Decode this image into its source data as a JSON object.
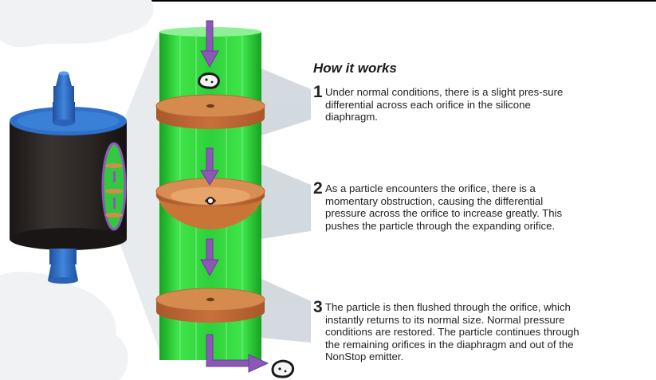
{
  "heading": "How it works",
  "steps": [
    {
      "number": "1",
      "text": "Under normal conditions, there is a slight pres-sure differential across each orifice in the silicone diaphragm."
    },
    {
      "number": "2",
      "text": "As a particle encounters the orifice, there is a momentary obstruction, causing the differential pressure across the orifice to increase greatly. This pushes the particle through the expanding orifice."
    },
    {
      "number": "3",
      "text": "The particle is then flushed through the orifice, which instantly returns to its normal size. Normal pressure conditions are restored. The particle continues through the remaining orifices in the diaphragm and out of the NonStop emitter."
    }
  ],
  "colors": {
    "tube_green": "#2fd13a",
    "disc_orange": "#d68b4e",
    "arrow_purple": "#8d57b8",
    "emitter_body": "#2a2523",
    "emitter_blue": "#2f70c8",
    "callout_gray": "#cfd6dc"
  }
}
